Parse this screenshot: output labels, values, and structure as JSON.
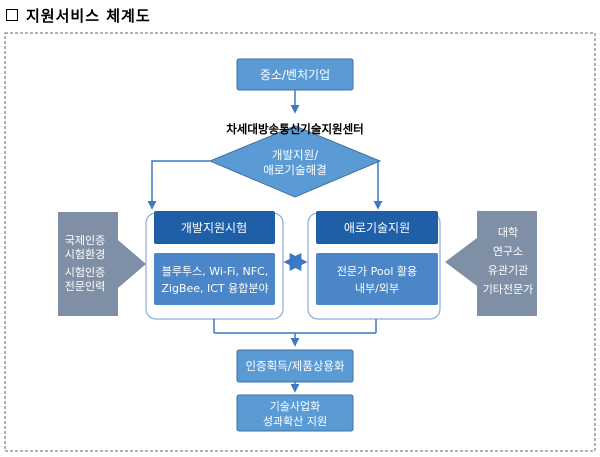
{
  "heading": {
    "title": "지원서비스 체계도"
  },
  "top_box": "중소/벤처기업",
  "center": {
    "title": "차세대방송통신기술지원센터",
    "line1": "개발지원/",
    "line2": "애로기술해결"
  },
  "dev": {
    "header": "개발지원시험",
    "line1": "블루투스, Wi-Fi, NFC,",
    "line2": "ZigBee, ICT 융합분야"
  },
  "tech": {
    "header": "애로기술지원",
    "line1": "전문가 Pool 활용",
    "line2": "내부/외부"
  },
  "left_side": {
    "lines": [
      "국제인증",
      "시험환경",
      "시험인증",
      "전문인력"
    ]
  },
  "right_side": {
    "lines": [
      "대학",
      "연구소",
      "유관기관",
      "기타전문가"
    ]
  },
  "cert_box": "인증획득/제품상용화",
  "final_box": {
    "line1": "기술사업화",
    "line2": "성과확산 지원"
  },
  "colors": {
    "box": "#5b9bd5",
    "header": "#1f5fa8",
    "inner": "#4a86c8",
    "side": "#7f8fa6",
    "arrow": "#3c78c3"
  }
}
